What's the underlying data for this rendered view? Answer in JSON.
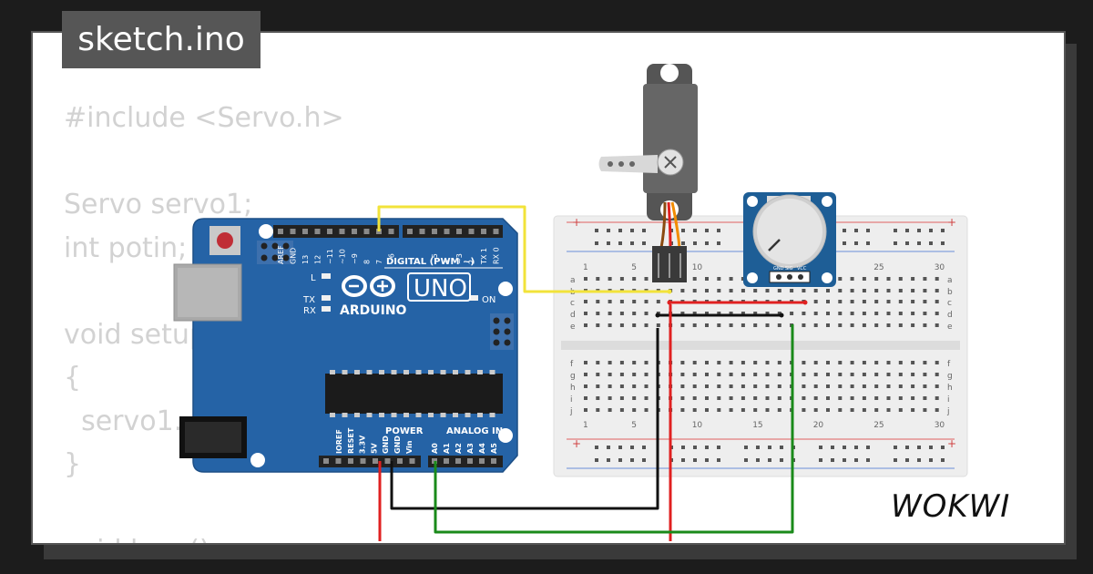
{
  "title": "sketch.ino",
  "code_lines": [
    "#include <Servo.h>",
    "",
    "Servo servo1;",
    "int potin;",
    "",
    "void setup",
    "{",
    "  servo1.",
    "}",
    "",
    "void loop()"
  ],
  "brand": "WOKWI",
  "arduino": {
    "model": "UNO",
    "brand": "ARDUINO",
    "digital_label": "DIGITAL (PWM ~)",
    "power_label": "POWER",
    "analog_label": "ANALOG IN",
    "led_l": "L",
    "led_tx": "TX",
    "led_rx": "RX",
    "led_on": "ON",
    "digital_pins": [
      "AREF",
      "GND",
      "13",
      "12",
      "~11",
      "~10",
      "~9",
      "8",
      "7",
      "~6",
      "~5",
      "4",
      "~3",
      "2",
      "TX 1",
      "RX 0"
    ],
    "power_pins": [
      "IOREF",
      "RESET",
      "3.3V",
      "5V",
      "GND",
      "GND",
      "Vin"
    ],
    "analog_pins": [
      "A0",
      "A1",
      "A2",
      "A3",
      "A4",
      "A5"
    ]
  },
  "breadboard": {
    "rows_top": [
      "a",
      "b",
      "c",
      "d",
      "e"
    ],
    "rows_bottom": [
      "f",
      "g",
      "h",
      "i",
      "j"
    ],
    "col_numbers_top": [
      "1",
      "5",
      "10",
      "25",
      "30"
    ],
    "col_numbers_bottom": [
      "1",
      "5",
      "10",
      "15",
      "20",
      "25",
      "30"
    ],
    "plus": "+"
  },
  "potentiometer": {
    "pins": [
      "GND",
      "SIG",
      "VCC"
    ]
  },
  "colors": {
    "board": "#2563a6",
    "wire_yellow": "#f2e33a",
    "wire_red": "#e02020",
    "wire_black": "#111111",
    "wire_green": "#1a8a1a"
  }
}
